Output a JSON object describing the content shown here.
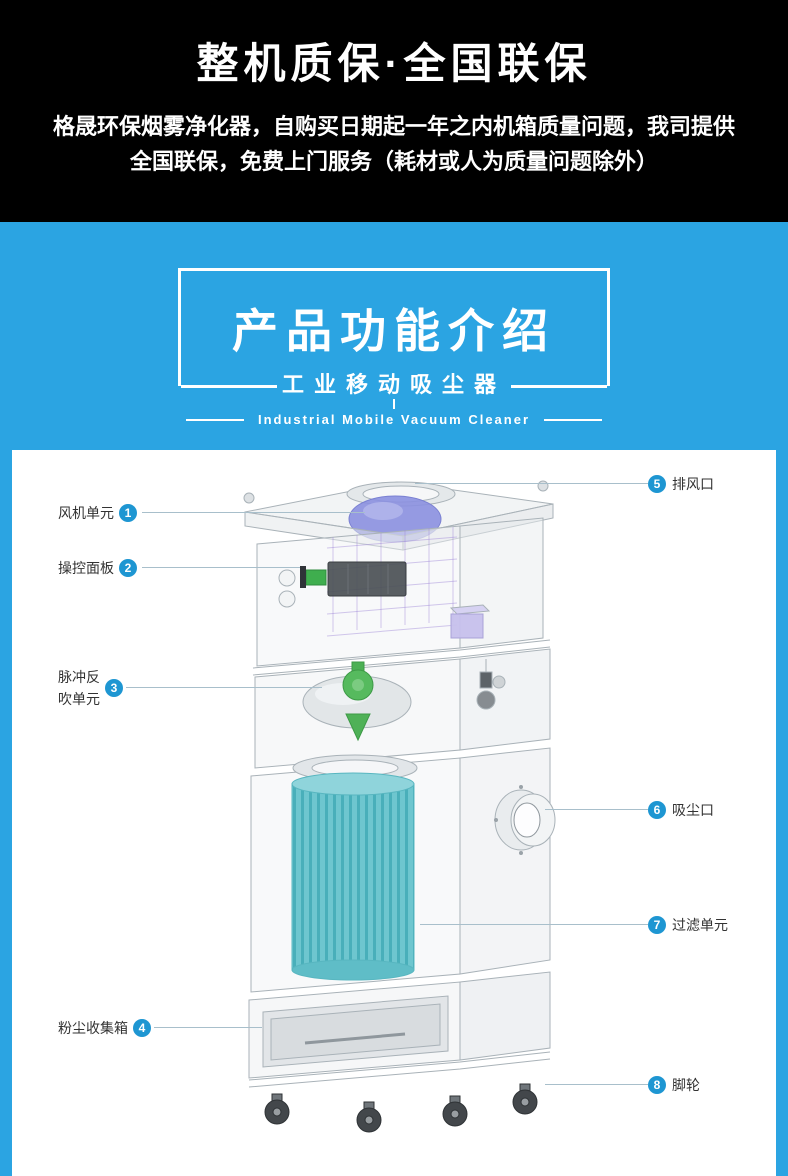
{
  "colors": {
    "header_bg": "#000000",
    "background_blue": "#2BA4E2",
    "badge_blue": "#1E96D2",
    "label_text": "#333333",
    "banner_text": "#FFFFFF"
  },
  "warranty_header": {
    "title": "整机质保·全国联保",
    "desc_line1": "格晟环保烟雾净化器，自购买日期起一年之内机箱质量问题，我司提供",
    "desc_line2": "全国联保，免费上门服务（耗材或人为质量问题除外）"
  },
  "banner": {
    "title": "产品功能介绍",
    "subtitle": "工业移动吸尘器",
    "subtitle_en": "Industrial Mobile Vacuum Cleaner"
  },
  "diagram": {
    "left_callouts": [
      {
        "num": "1",
        "label": "风机单元"
      },
      {
        "num": "2",
        "label": "操控面板"
      },
      {
        "num": "3",
        "label": "脉冲反吹单元",
        "lines": [
          "脉冲反",
          "吹单元"
        ]
      },
      {
        "num": "4",
        "label": "粉尘收集箱"
      }
    ],
    "right_callouts": [
      {
        "num": "5",
        "label": "排风口"
      },
      {
        "num": "6",
        "label": "吸尘口"
      },
      {
        "num": "7",
        "label": "过滤单元"
      },
      {
        "num": "8",
        "label": "脚轮"
      }
    ]
  }
}
